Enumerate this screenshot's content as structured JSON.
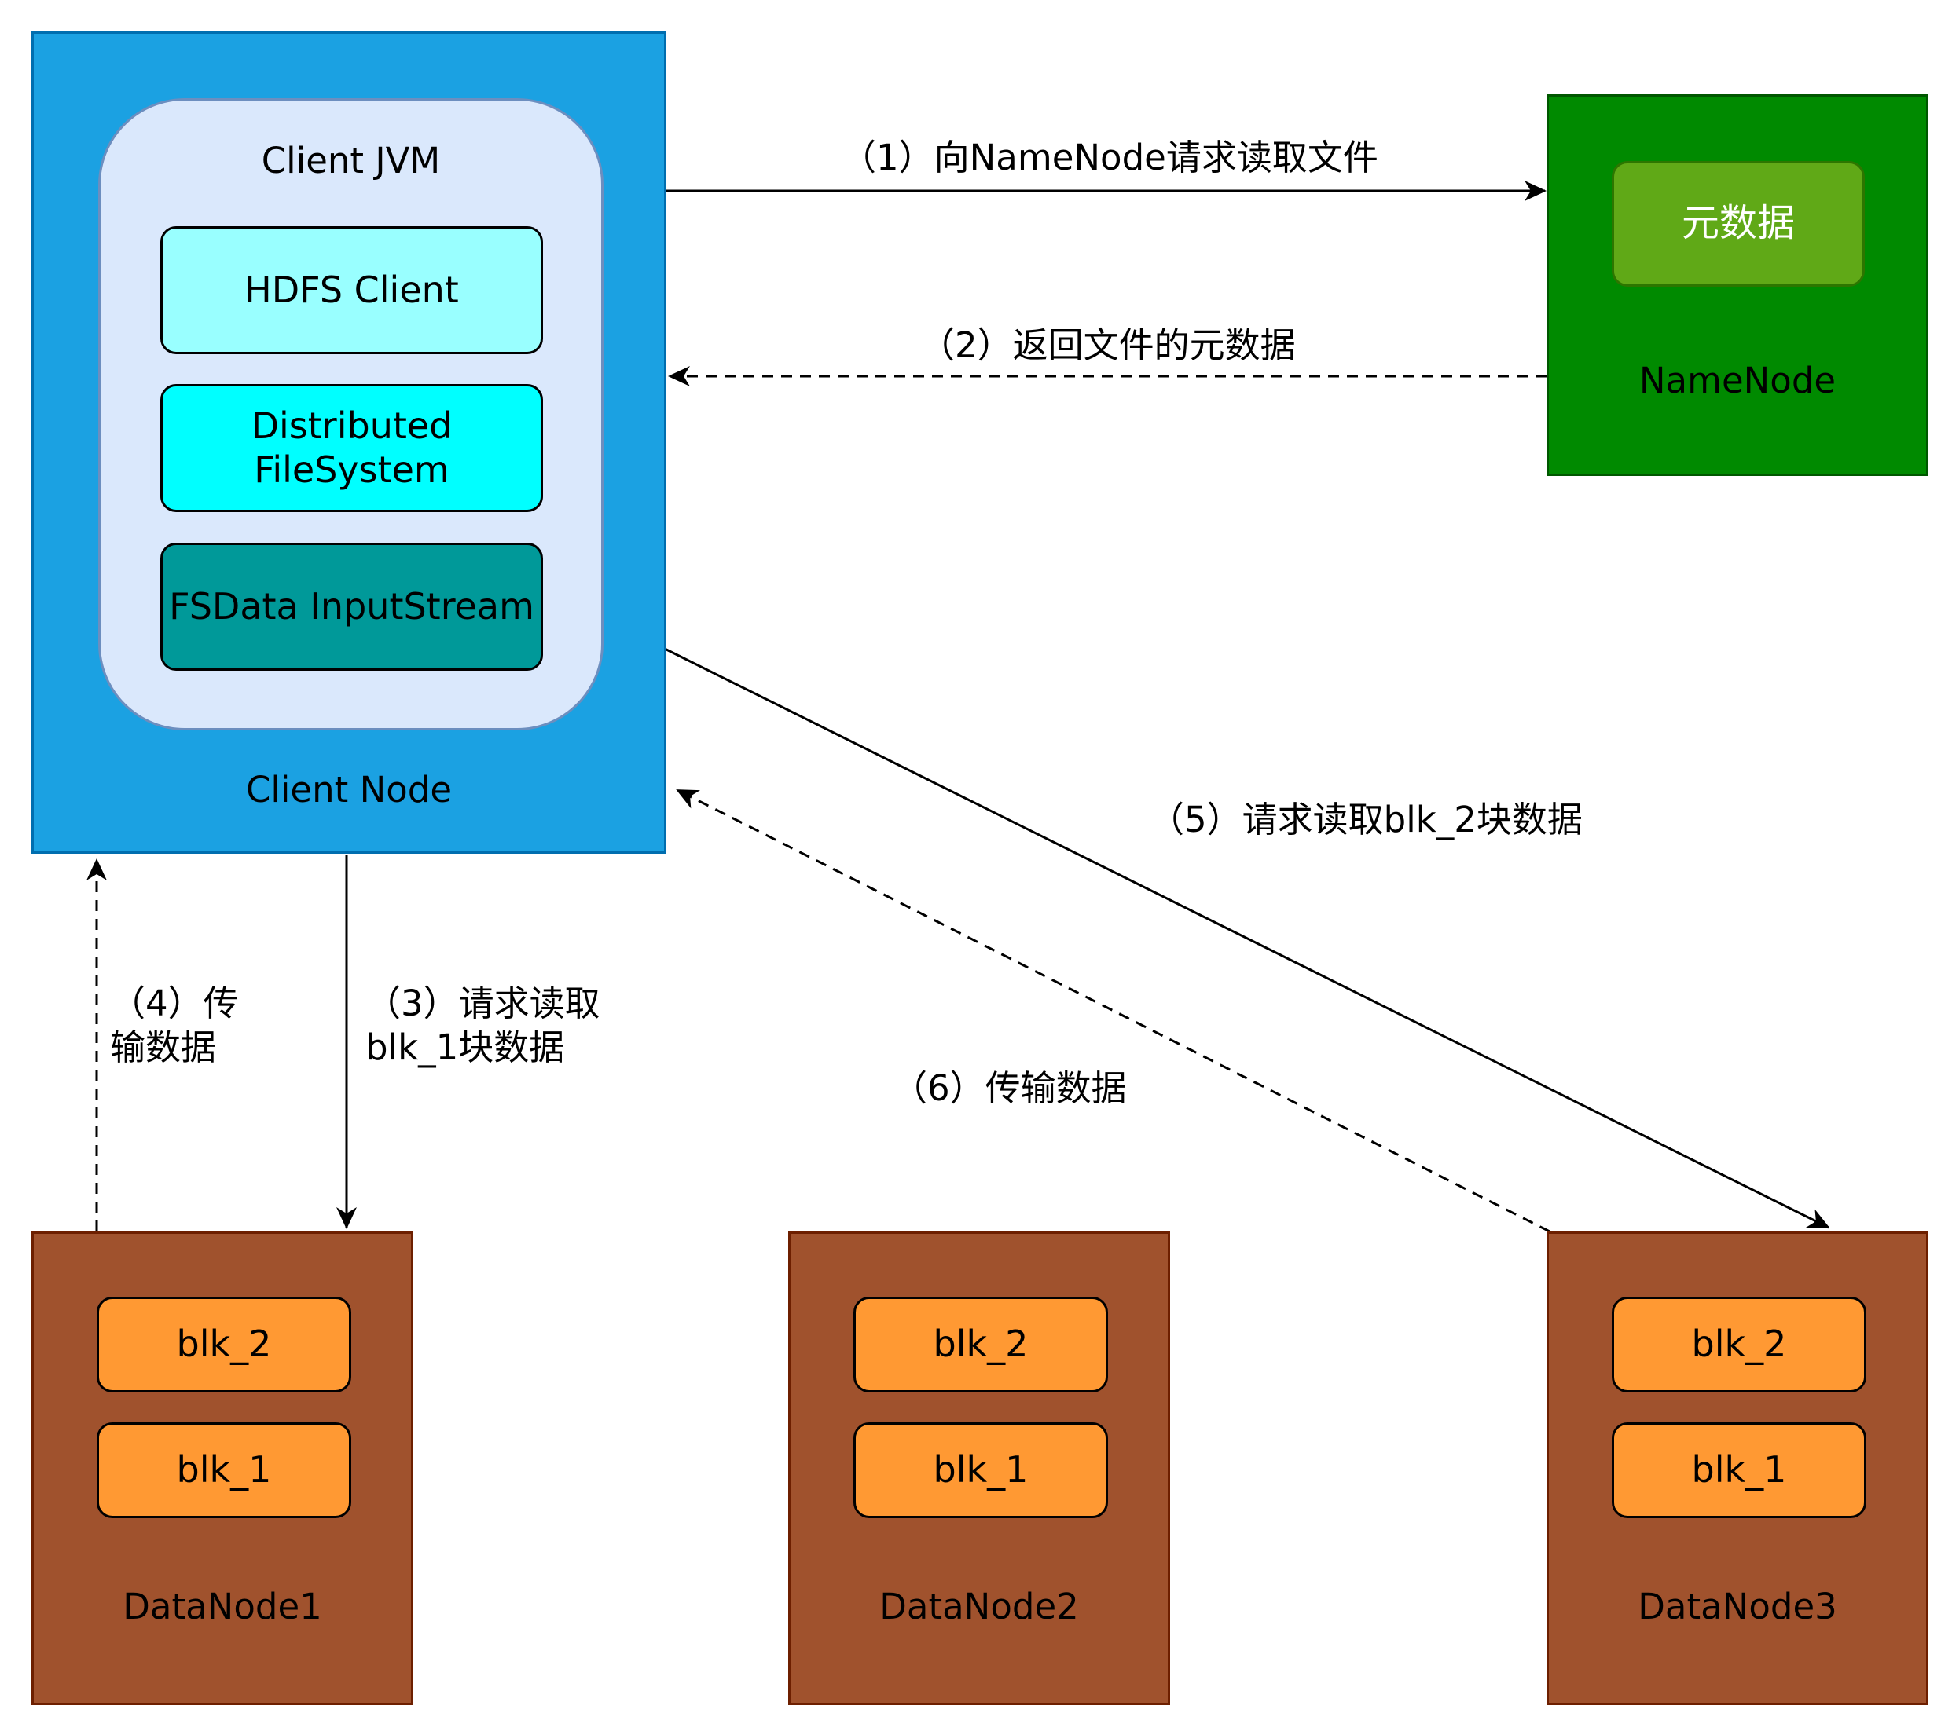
{
  "client_node": {
    "label": "Client Node",
    "jvm": {
      "label": "Client JVM",
      "components": [
        {
          "label": "HDFS Client",
          "color": "#99FFFF"
        },
        {
          "label": "Distributed\nFileSystem",
          "color": "#00FFFF"
        },
        {
          "label": "FSData InputStream",
          "color": "#009999"
        }
      ]
    },
    "color": "#1BA1E2"
  },
  "namenode": {
    "label": "NameNode",
    "metadata": "元数据",
    "color": "#008A00",
    "metadata_color": "#60A917"
  },
  "datanodes": [
    {
      "label": "DataNode1",
      "blocks": [
        "blk_2",
        "blk_1"
      ]
    },
    {
      "label": "DataNode2",
      "blocks": [
        "blk_2",
        "blk_1"
      ]
    },
    {
      "label": "DataNode3",
      "blocks": [
        "blk_2",
        "blk_1"
      ]
    }
  ],
  "datanode_color": "#A0522D",
  "block_color": "#FF9933",
  "edges": [
    {
      "id": "e1",
      "label": "（1）向NameNode请求读取文件",
      "style": "solid"
    },
    {
      "id": "e2",
      "label": "（2）返回文件的元数据",
      "style": "dashed"
    },
    {
      "id": "e3",
      "label": "（3）请求读取\nblk_1块数据",
      "style": "solid"
    },
    {
      "id": "e4",
      "label": "（4）传\n输数据",
      "style": "dashed"
    },
    {
      "id": "e5",
      "label": "（5）请求读取blk_2块数据",
      "style": "solid"
    },
    {
      "id": "e6",
      "label": "（6）传输数据",
      "style": "dashed"
    }
  ]
}
